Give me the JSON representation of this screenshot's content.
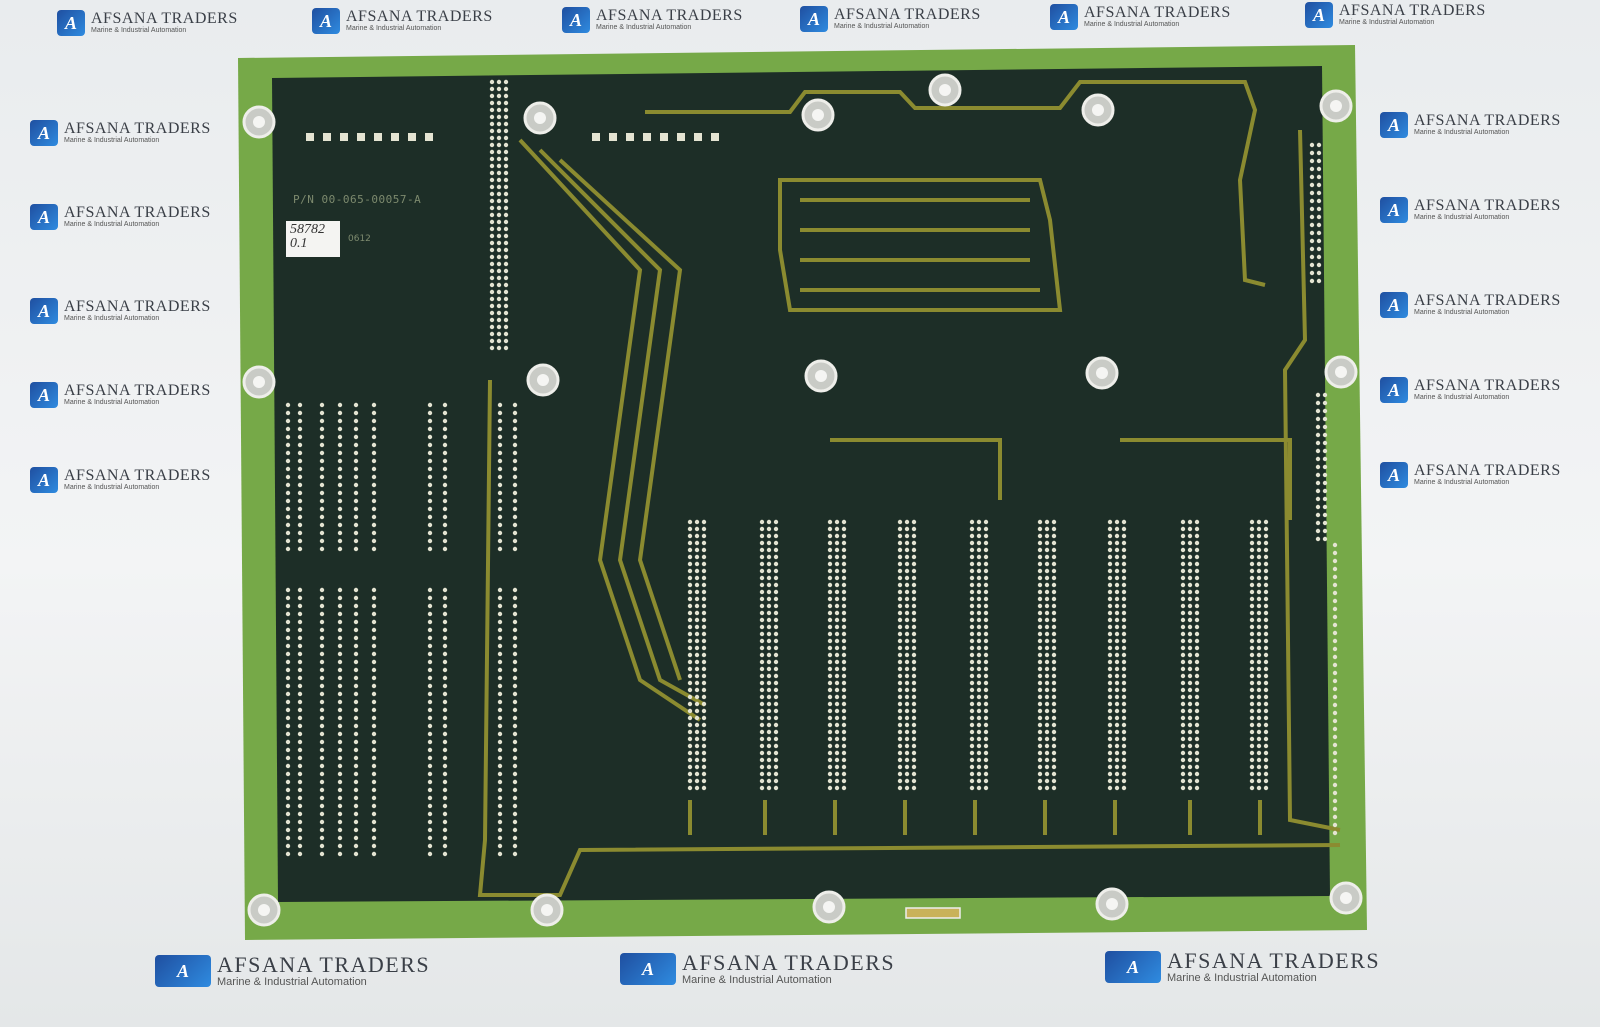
{
  "watermark": {
    "brand": "AFSANA TRADERS",
    "tagline": "Marine & Industrial Automation",
    "logo_letter": "A"
  },
  "board": {
    "part_number": "P/N 00-065-00057-A",
    "sticker_line1": "58782",
    "sticker_line2": "0.1",
    "date_code": "0612"
  },
  "colors": {
    "board_edge": "#7bb04a",
    "board_body": "#1e2f28",
    "trace": "#8a8a2e",
    "solder": "#e6e6d6"
  }
}
